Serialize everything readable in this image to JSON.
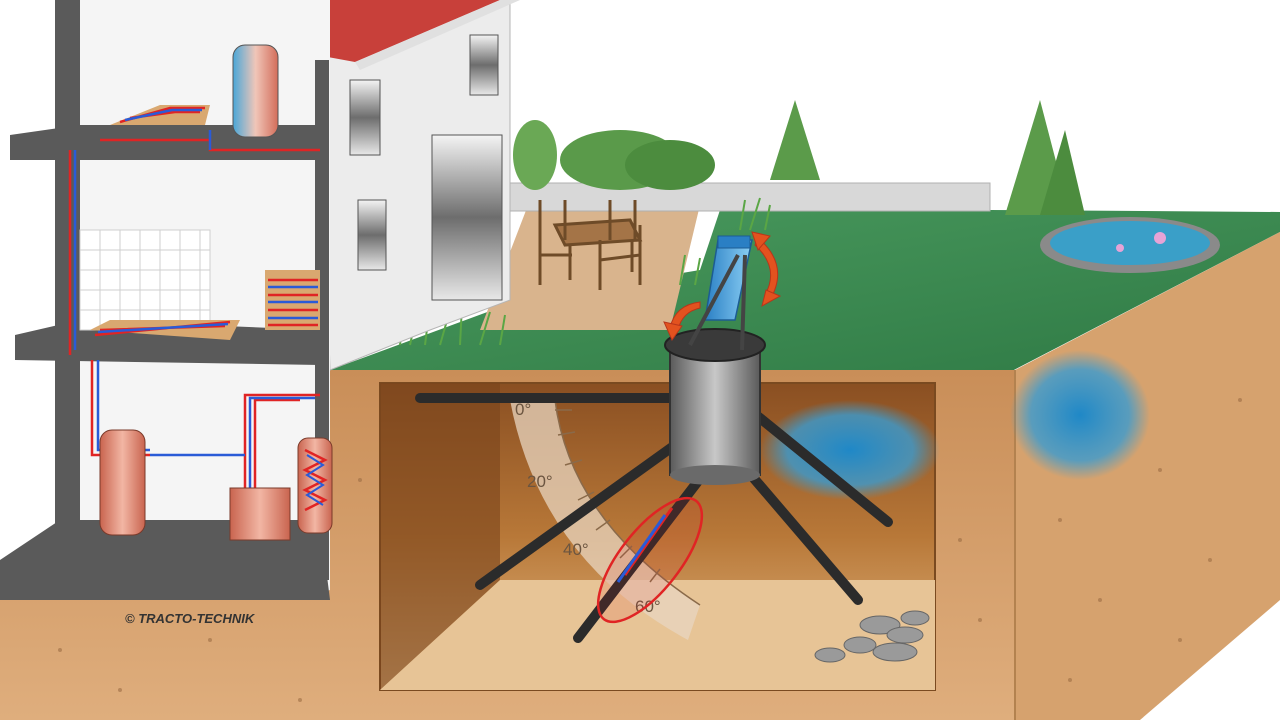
{
  "copyright": "© TRACTO-TECHNIK",
  "angle_scale": {
    "labels": [
      "0°",
      "20°",
      "40°",
      "60°"
    ]
  },
  "colors": {
    "soil": "#cf9a67",
    "soil_dark": "#b07a48",
    "lawn": "#3f8a55",
    "roof": "#c8403a",
    "pipe_hot": "#e02424",
    "pipe_cold": "#2a5bd7",
    "bore_pipe": "#2b2b2b",
    "water": "#2f8fc9",
    "highlight": "#e02424"
  },
  "icons": [
    "shaft-icon",
    "drill-rig-icon",
    "rotation-arrow-icon",
    "tree-icon",
    "bush-icon",
    "pond-icon",
    "garden-table-icon",
    "chair-icon",
    "rock-pile-icon",
    "tank-icon",
    "heat-pump-icon",
    "heat-exchanger-icon"
  ]
}
